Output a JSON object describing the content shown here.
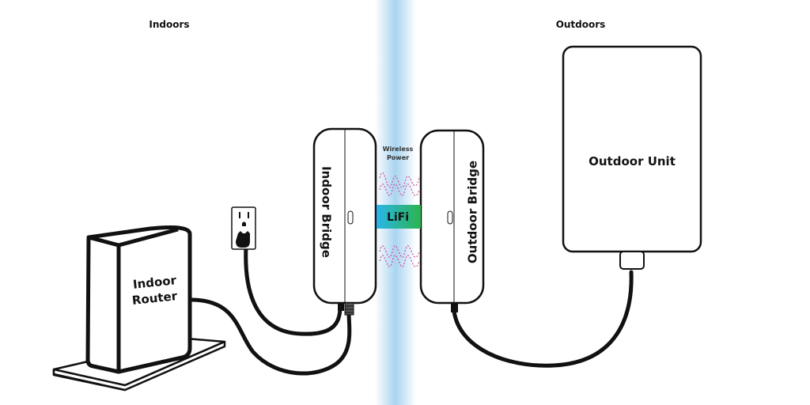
{
  "sections": {
    "indoors": "Indoors",
    "outdoors": "Outdoors"
  },
  "devices": {
    "indoor_router_line1": "Indoor",
    "indoor_router_line2": "Router",
    "indoor_bridge": "Indoor Bridge",
    "outdoor_bridge": "Outdoor Bridge",
    "outdoor_unit": "Outdoor Unit"
  },
  "link": {
    "wireless_power_line1": "Wireless",
    "wireless_power_line2": "Power",
    "lifi": "LiFi"
  },
  "colors": {
    "window_glass": "#a9d4f0",
    "lifi_left": "#29b6e8",
    "lifi_right": "#2cb34f",
    "wireless_wave": "#d04fa0",
    "outline": "#111111"
  }
}
